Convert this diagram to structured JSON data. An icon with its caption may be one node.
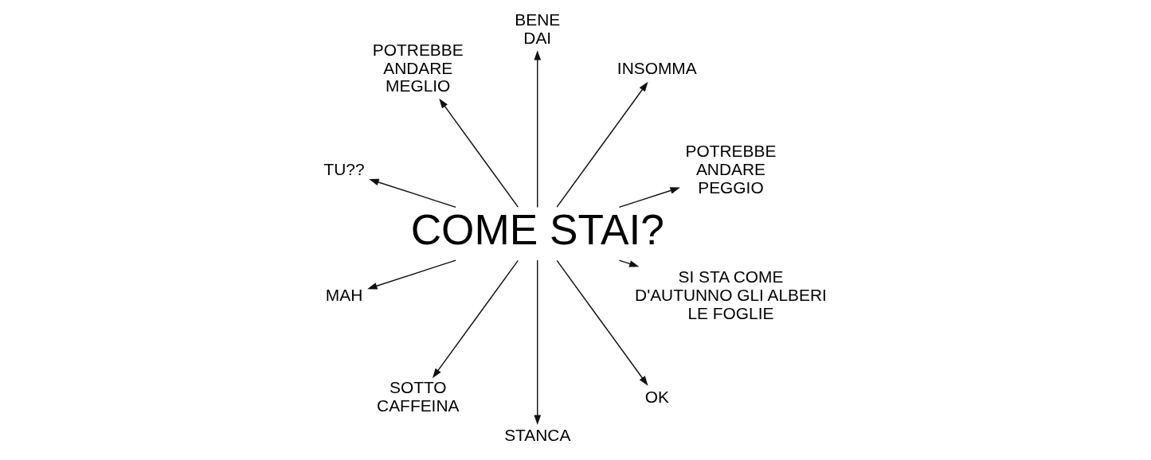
{
  "diagram": {
    "nodes": [
      {
        "text": [
          "POTREBBE ANDARE PEGGIO"
        ]
      },
      {
        "text": [
          "INSOMMA"
        ]
      },
      {
        "text": [
          "BENE DAI"
        ]
      },
      {
        "text": [
          "POTREBBE ANDARE MEGLIO"
        ]
      },
      {
        "text": [
          "TU??"
        ]
      },
      {
        "text": [
          "COME STAI?"
        ]
      },
      {
        "text": [
          "MAH"
        ]
      },
      {
        "text": [
          "SOTTO CAFFEINA"
        ]
      },
      {
        "text": [
          "STANCA"
        ]
      },
      {
        "text": [
          "OK"
        ]
      },
      {
        "text": [
          "SI STA COME D'AUTUNNO GLI ALBERI LE FOGLIE"
        ]
      }
    ],
    "edges": [
      {
        "from": 5,
        "to": 0,
        "arrow": "to"
      },
      {
        "from": 5,
        "to": 1,
        "arrow": "to"
      },
      {
        "from": 5,
        "to": 2,
        "arrow": "to"
      },
      {
        "from": 5,
        "to": 3,
        "arrow": "to"
      },
      {
        "from": 5,
        "to": 4,
        "arrow": "to"
      },
      {
        "from": 5,
        "to": 6,
        "arrow": "to"
      },
      {
        "from": 5,
        "to": 7,
        "arrow": "to"
      },
      {
        "from": 5,
        "to": 8,
        "arrow": "to"
      },
      {
        "from": 5,
        "to": 9,
        "arrow": "to"
      },
      {
        "from": 5,
        "to": 10,
        "arrow": "to"
      }
    ]
  }
}
